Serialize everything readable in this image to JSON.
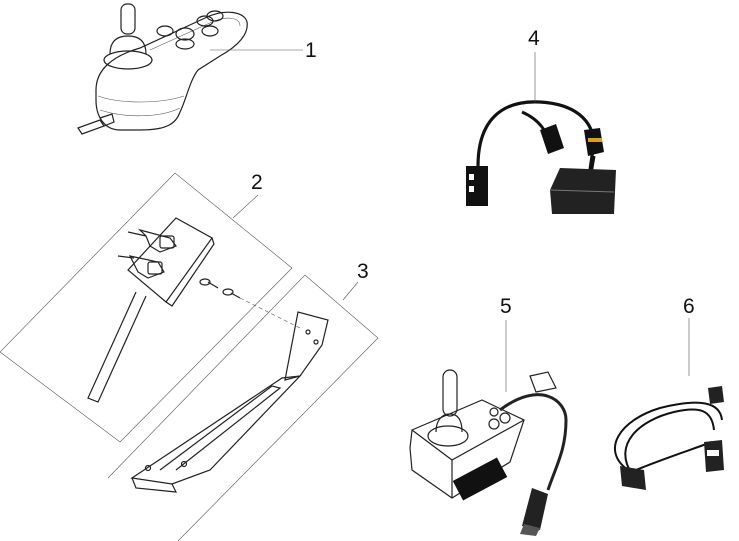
{
  "callouts": [
    {
      "id": "1",
      "label": "1"
    },
    {
      "id": "2",
      "label": "2"
    },
    {
      "id": "3",
      "label": "3"
    },
    {
      "id": "4",
      "label": "4"
    },
    {
      "id": "5",
      "label": "5"
    },
    {
      "id": "6",
      "label": "6"
    }
  ],
  "parts": [
    {
      "callout": "1",
      "icon": "joystick-controller-icon"
    },
    {
      "callout": "2",
      "icon": "mounting-bracket-plate-icon"
    },
    {
      "callout": "3",
      "icon": "swing-away-mount-arm-icon"
    },
    {
      "callout": "4",
      "icon": "wiring-harness-module-icon"
    },
    {
      "callout": "5",
      "icon": "attendant-joystick-icon"
    },
    {
      "callout": "6",
      "icon": "extension-cable-icon"
    }
  ]
}
